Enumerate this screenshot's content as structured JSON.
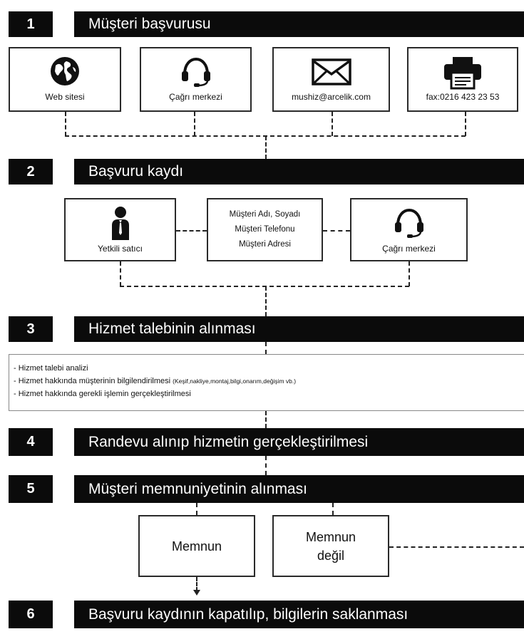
{
  "steps": [
    {
      "num": "1",
      "label": "Müşteri başvurusu"
    },
    {
      "num": "2",
      "label": "Başvuru kaydı"
    },
    {
      "num": "3",
      "label": "Hizmet talebinin alınması"
    },
    {
      "num": "4",
      "label": "Randevu alınıp hizmetin gerçekleştirilmesi"
    },
    {
      "num": "5",
      "label": "Müşteri memnuniyetinin alınması"
    },
    {
      "num": "6",
      "label": "Başvuru kaydının kapatılıp, bilgilerin saklanması"
    }
  ],
  "channels": [
    {
      "label": "Web sitesi",
      "icon": "globe-icon"
    },
    {
      "label": "Çağrı merkezi",
      "icon": "headset-icon"
    },
    {
      "label": "mushiz@arcelik.com",
      "icon": "envelope-icon"
    },
    {
      "label": "fax:0216 423 23 53",
      "icon": "fax-icon"
    }
  ],
  "registration": {
    "left": {
      "label": "Yetkili satıcı",
      "icon": "person-icon"
    },
    "center": [
      "Müşteri Adı, Soyadı",
      "Müşteri Telefonu",
      "Müşteri Adresi"
    ],
    "right": {
      "label": "Çağrı merkezi",
      "icon": "headset-icon"
    }
  },
  "service_items": [
    "- Hizmet talebi analizi",
    "- Hizmet hakkında müşterinin bilgilendirilmesi",
    "- Hizmet hakkında gerekli işlemin gerçekleştirilmesi"
  ],
  "service_items_note": "(Keşif,nakliye,montaj,bilgi,onarım,değişim vb.)",
  "satisfaction": {
    "satisfied": "Memnun",
    "not_satisfied_line1": "Memnun",
    "not_satisfied_line2": "değil"
  }
}
